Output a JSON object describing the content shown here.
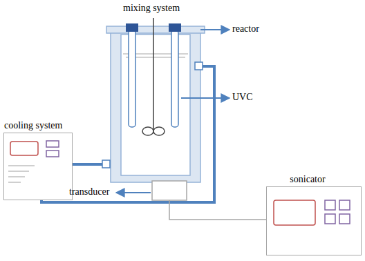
{
  "diagram": {
    "nodes": [
      {
        "text": [
          "cooling system"
        ]
      },
      {
        "text": [
          "sonicator"
        ]
      }
    ],
    "labels": [
      "mixing system",
      "reactor",
      "UVC",
      "transducer"
    ]
  }
}
